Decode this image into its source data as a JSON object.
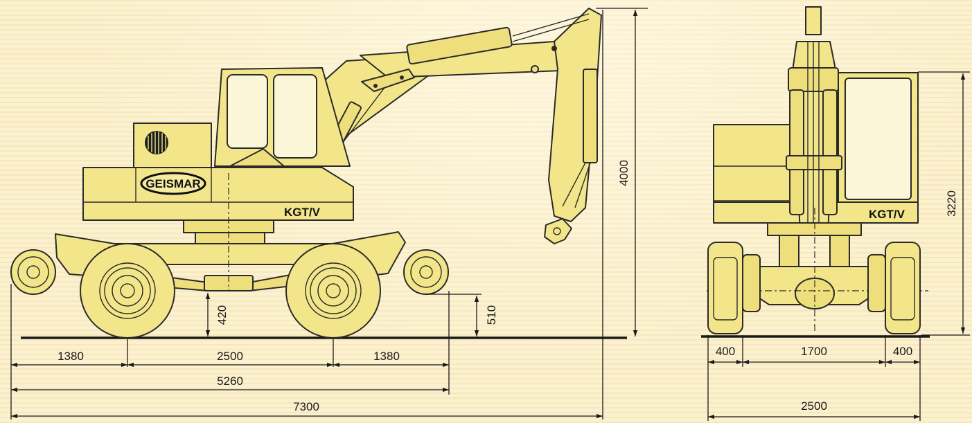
{
  "diagram": {
    "side_view": {
      "logo_text": "GEISMAR",
      "model_label": "KGT/V",
      "dimensions": {
        "overhang_front": "1380",
        "wheelbase": "2500",
        "overhang_rear": "1380",
        "rail_wheel_base": "5260",
        "overall_length": "7300",
        "overall_height": "4000",
        "axle_clearance": "420",
        "rail_wheel_height": "510"
      }
    },
    "rear_view": {
      "model_label": "KGT/V",
      "dimensions": {
        "track_left": "400",
        "track_center": "1700",
        "track_right": "400",
        "overall_width": "2500",
        "cab_height": "3220"
      }
    }
  }
}
